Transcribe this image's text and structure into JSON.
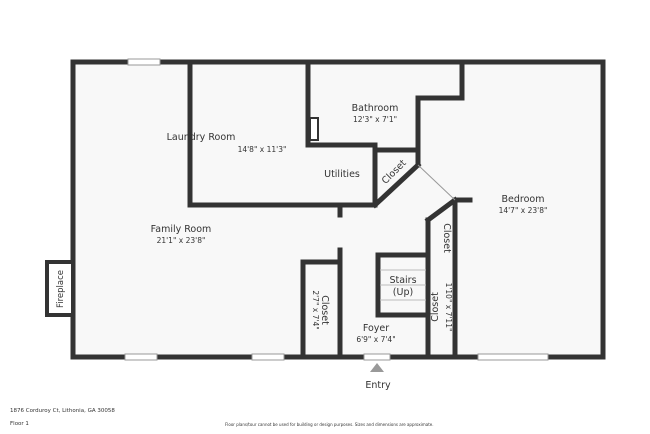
{
  "rooms": {
    "family": {
      "name": "Family Room",
      "dims": "21'1\" x 23'8\""
    },
    "laundry": {
      "name": "Laundry Room",
      "dims": "14'8\" x 11'3\""
    },
    "bathroom": {
      "name": "Bathroom",
      "dims": "12'3\" x 7'1\""
    },
    "utilities": {
      "name": "Utilities"
    },
    "closet_diag": {
      "name": "Closet"
    },
    "bedroom": {
      "name": "Bedroom",
      "dims": "14'7\" x 23'8\""
    },
    "closet_bed": {
      "name": "Closet"
    },
    "stairs": {
      "name": "Stairs",
      "sub": "(Up)"
    },
    "closet_foyer": {
      "name": "Closet",
      "dims": "1'10\" x 7'11\""
    },
    "closet_left": {
      "name": "Closet",
      "dims": "2'7\" x 7'4\""
    },
    "foyer": {
      "name": "Foyer",
      "dims": "6'9\" x 7'4\""
    },
    "fireplace": {
      "name": "Fireplace"
    }
  },
  "entry": "Entry",
  "footer": {
    "address": "1876 Corduroy Ct, Lithonia, GA 30058",
    "floor": "Floor 1",
    "disclaimer": "Floor plans/tour cannot be used for building or design purposes. Sizes and dimensions are approximate."
  },
  "colors": {
    "wall": "#333333",
    "floor": "#f8f8f8"
  }
}
